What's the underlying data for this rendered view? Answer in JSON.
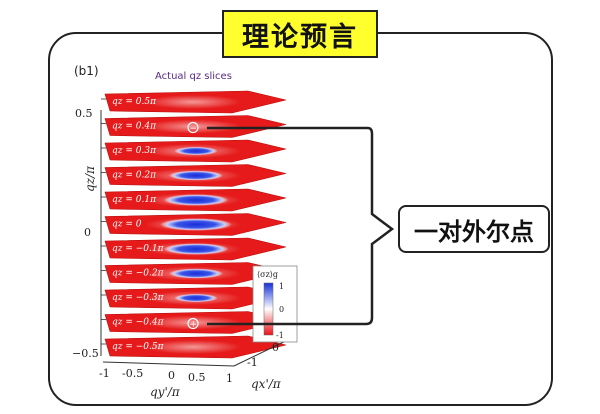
{
  "banner": {
    "title": "理论预言"
  },
  "callout": {
    "label": "一对外尔点"
  },
  "panel": {
    "label": "(b1)",
    "title": "Actual qz slices"
  },
  "axes": {
    "z_label": "qz/π",
    "z_ticks": [
      "0.5",
      "0",
      "−0.5"
    ],
    "y_label": "qy'/π",
    "y_ticks": [
      "-1",
      "-0.5",
      "0",
      "0.5",
      "1"
    ],
    "x_label": "qx'/π",
    "x_ticks": [
      "-1",
      "0",
      "1"
    ]
  },
  "slices": [
    {
      "label": "qz = 0.5π",
      "marker": "",
      "blue": 0.0
    },
    {
      "label": "qz = 0.4π",
      "marker": "−",
      "blue": 0.0
    },
    {
      "label": "qz = 0.3π",
      "marker": "",
      "blue": 0.35
    },
    {
      "label": "qz = 0.2π",
      "marker": "",
      "blue": 0.6
    },
    {
      "label": "qz = 0.1π",
      "marker": "",
      "blue": 0.85
    },
    {
      "label": "qz = 0",
      "marker": "",
      "blue": 1.0
    },
    {
      "label": "qz = −0.1π",
      "marker": "",
      "blue": 0.85
    },
    {
      "label": "qz = −0.2π",
      "marker": "",
      "blue": 0.6
    },
    {
      "label": "qz = −0.3π",
      "marker": "",
      "blue": 0.35
    },
    {
      "label": "qz = −0.4π",
      "marker": "+",
      "blue": 0.0
    },
    {
      "label": "qz = −0.5π",
      "marker": "",
      "blue": 0.0
    }
  ],
  "colorbar": {
    "title": "⟨σz⟩g",
    "max": "1",
    "mid": "0",
    "min": "-1",
    "color_max": "#1530d8",
    "color_mid": "#ffffff",
    "color_min": "#e8141a"
  },
  "colors": {
    "slice_red": "#e61a1a",
    "banner_bg": "#ffff2e",
    "title_purple": "#5a2a82"
  }
}
